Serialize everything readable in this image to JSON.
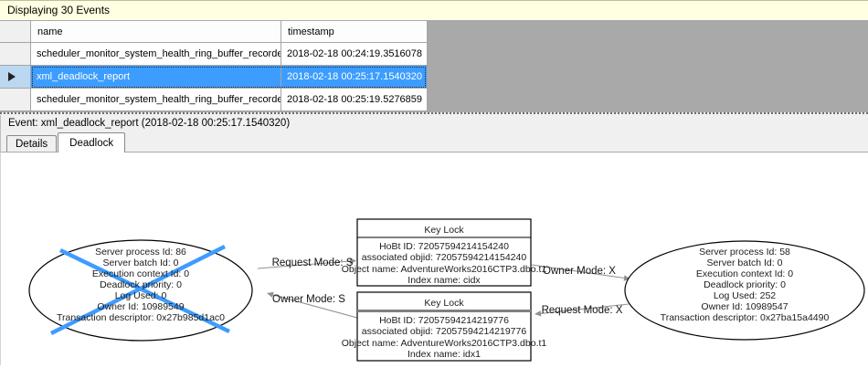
{
  "info_bar": {
    "title": "Displaying 30 Events"
  },
  "events_table": {
    "columns": [
      {
        "label": "name"
      },
      {
        "label": "timestamp"
      }
    ],
    "rows": [
      {
        "name": "scheduler_monitor_system_health_ring_buffer_recorded",
        "timestamp": "2018-02-18 00:24:19.3516078"
      },
      {
        "name": "xml_deadlock_report",
        "timestamp": "2018-02-18 00:25:17.1540320"
      },
      {
        "name": "scheduler_monitor_system_health_ring_buffer_recorded",
        "timestamp": "2018-02-18 00:25:19.5276859"
      }
    ],
    "selected_row_index": 1
  },
  "event_bar": {
    "label": "Event: xml_deadlock_report (2018-02-18 00:25:17.1540320)"
  },
  "tabs": [
    {
      "label": "Details"
    },
    {
      "label": "Deadlock"
    }
  ],
  "active_tab": "Deadlock",
  "deadlock_graph": {
    "processes": [
      {
        "id": "server-process-86",
        "victim": true,
        "lines": [
          "Server process Id: 86",
          "Server batch Id: 0",
          "Execution context Id: 0",
          "Deadlock priority: 0",
          "Log Used: 0",
          "Owner Id: 10989549",
          "Transaction descriptor: 0x27b985d1ac0"
        ]
      },
      {
        "id": "server-process-58",
        "victim": false,
        "lines": [
          "Server process Id: 58",
          "Server batch Id: 0",
          "Execution context Id: 0",
          "Deadlock priority: 0",
          "Log Used: 252",
          "Owner Id: 10989547",
          "Transaction descriptor: 0x27ba15a4490"
        ]
      }
    ],
    "resources": [
      {
        "title": "Key Lock",
        "lines": [
          "HoBt ID: 72057594214154240",
          "associated objid: 72057594214154240",
          "Object name: AdventureWorks2016CTP3.dbo.t1",
          "Index name: cidx"
        ]
      },
      {
        "title": "Key Lock",
        "lines": [
          "HoBt ID: 72057594214219776",
          "associated objid: 72057594214219776",
          "Object name: AdventureWorks2016CTP3.dbo.t1",
          "Index name: idx1"
        ]
      }
    ],
    "edges": [
      {
        "label": "Request Mode: S",
        "from": "server-process-86",
        "to": "key-lock-top"
      },
      {
        "label": "Owner Mode: X",
        "from": "key-lock-top",
        "to": "server-process-58"
      },
      {
        "label": "Owner Mode: S",
        "from": "key-lock-bottom",
        "to": "server-process-86"
      },
      {
        "label": "Request Mode: X",
        "from": "server-process-58",
        "to": "key-lock-bottom"
      }
    ],
    "victim_cross_color": "#3E9BFF"
  },
  "colors": {
    "info_bar_bg": "#FFFFE1",
    "selected_row_bg": "#3D9DFF",
    "empty_area_bg": "#A9A9A9",
    "panel_bg": "#F0F0F0",
    "edge_stroke": "#909090"
  }
}
